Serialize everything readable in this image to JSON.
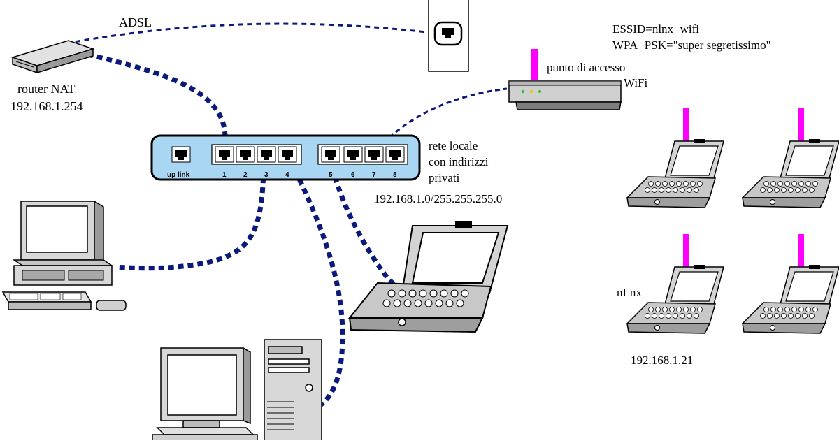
{
  "labels": {
    "adsl": "ADSL",
    "router_name": "router NAT",
    "router_ip": "192.168.1.254",
    "ap_name": "punto di accesso",
    "ap_type": "WiFi",
    "essid": "ESSID=nlnx−wifi",
    "wpa": "WPA−PSK=\"super segretissimo\"",
    "lan_line1": "rete locale",
    "lan_line2": "con indirizzi",
    "lan_line3": "privati",
    "lan_net": "192.168.1.0/255.255.255.0",
    "host_name": "nLnx",
    "host_ip": "192.168.1.21"
  },
  "switch": {
    "uplink": "up link",
    "ports": [
      "1",
      "2",
      "3",
      "4",
      "5",
      "6",
      "7",
      "8"
    ]
  },
  "colors": {
    "cable": "#0b1a7a",
    "switch_fill": "#a9d6f2",
    "antenna": "#ff00ff",
    "device_gray": "#d8d8d8"
  },
  "icons": {
    "router": "router-icon",
    "wall_jack": "wall-socket-icon",
    "access_point": "access-point-icon",
    "switch": "switch-icon",
    "desktop": "desktop-computer-icon",
    "laptop": "laptop-icon",
    "tower": "tower-pc-icon"
  }
}
